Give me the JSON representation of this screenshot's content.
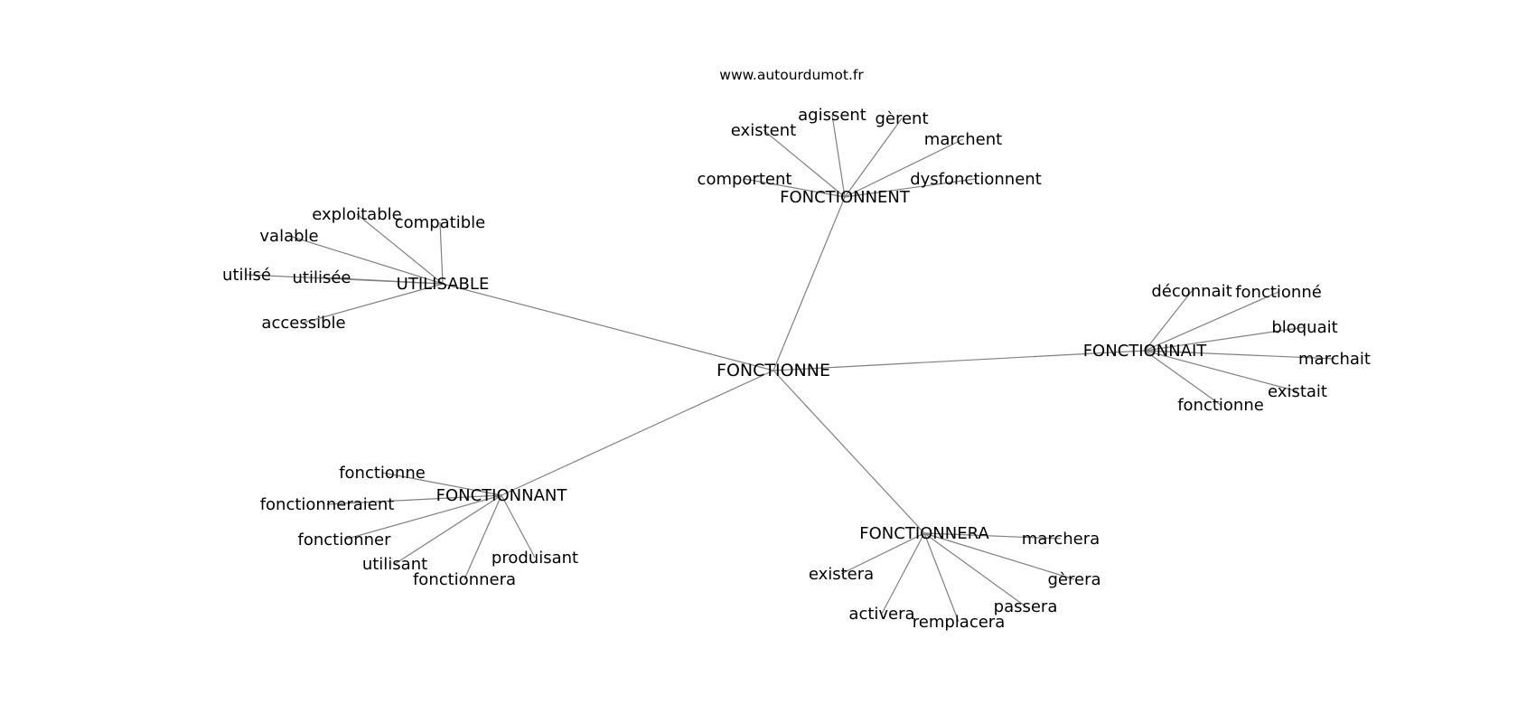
{
  "site": "www.autourdumot.fr",
  "center": "FONCTIONNE",
  "clusters": [
    {
      "hub": "FONCTIONNENT",
      "words": [
        "existent",
        "agissent",
        "gèrent",
        "marchent",
        "comportent",
        "dysfonctionnent"
      ]
    },
    {
      "hub": "UTILISABLE",
      "words": [
        "exploitable",
        "compatible",
        "valable",
        "utilisé",
        "utilisée",
        "accessible"
      ]
    },
    {
      "hub": "FONCTIONNAIT",
      "words": [
        "déconnait",
        "fonctionné",
        "bloquait",
        "marchait",
        "existait",
        "fonctionne"
      ]
    },
    {
      "hub": "FONCTIONNANT",
      "words": [
        "fonctionne",
        "fonctionneraient",
        "fonctionner",
        "utilisant",
        "fonctionnera",
        "produisant"
      ]
    },
    {
      "hub": "FONCTIONNERA",
      "words": [
        "marchera",
        "existera",
        "gèrera",
        "passera",
        "activera",
        "remplacera"
      ]
    }
  ]
}
